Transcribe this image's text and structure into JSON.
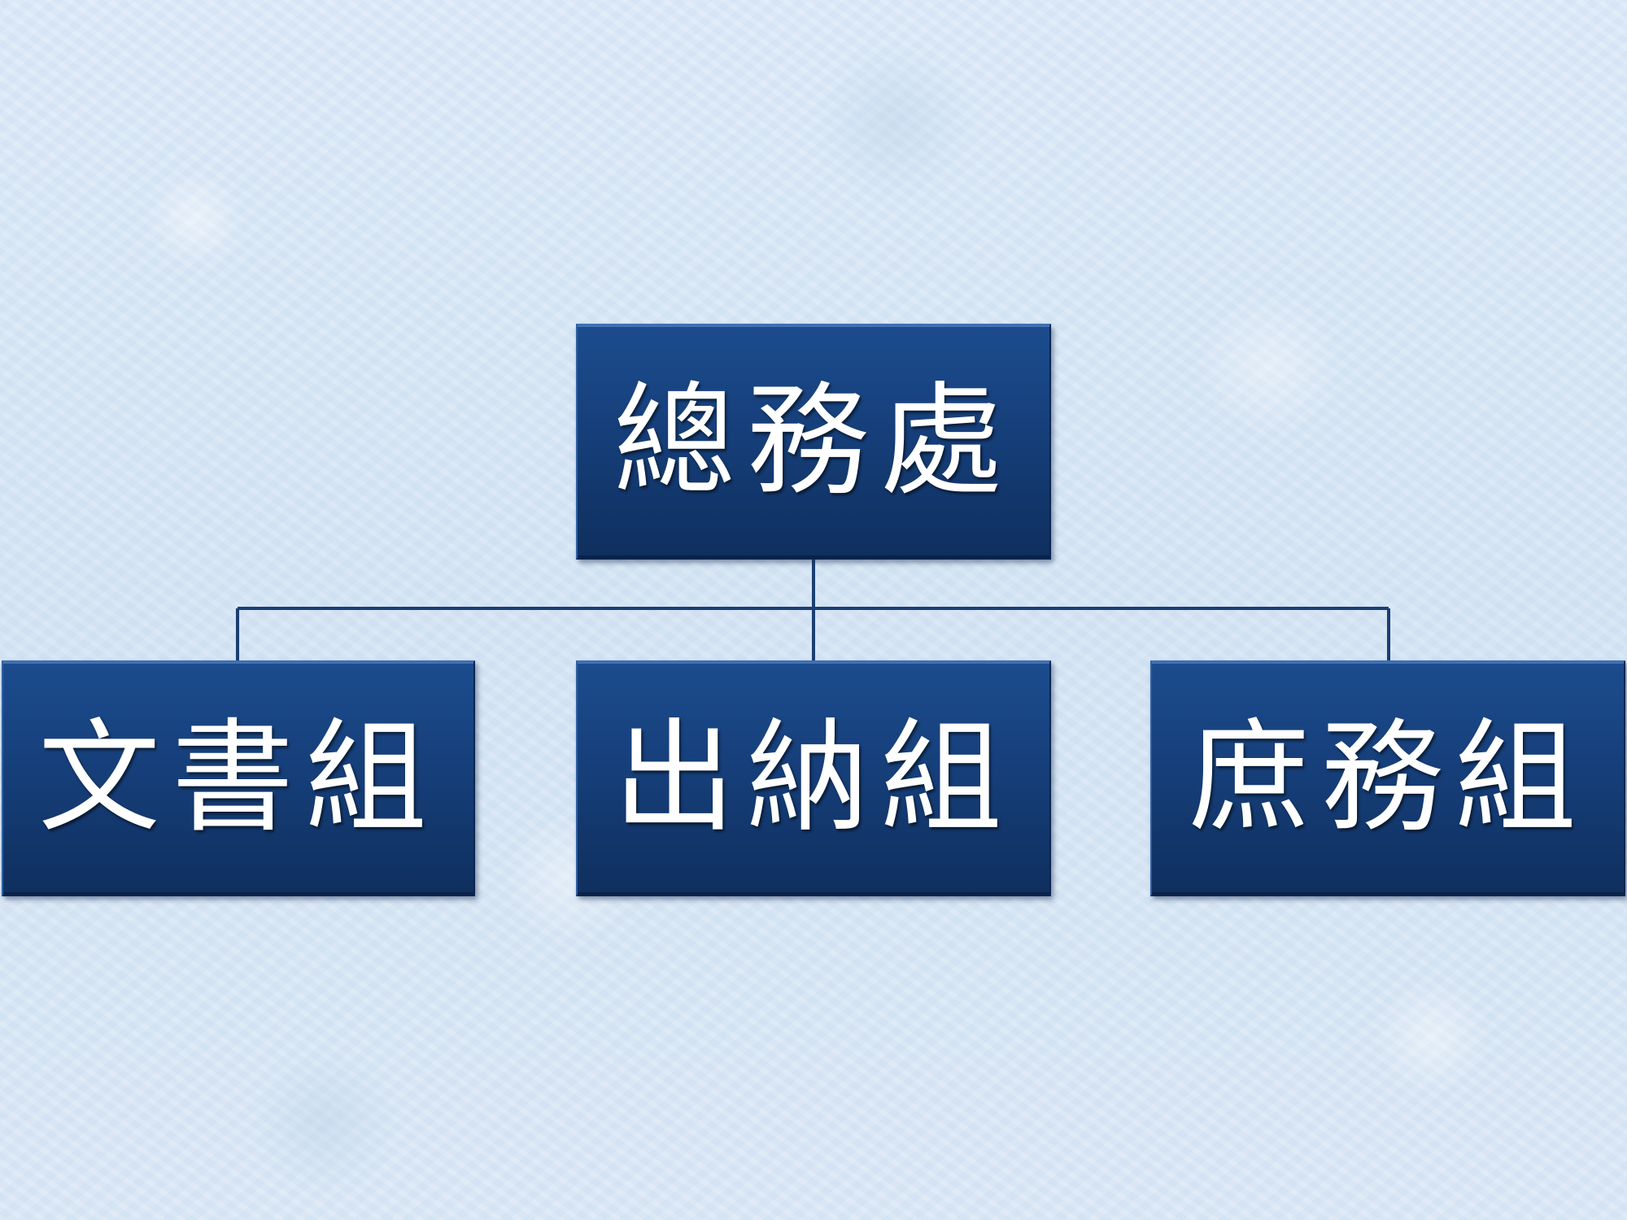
{
  "diagram": {
    "type": "org-chart",
    "root": {
      "label": "總務處"
    },
    "children": [
      {
        "label": "文書組"
      },
      {
        "label": "出納組"
      },
      {
        "label": "庶務組"
      }
    ]
  },
  "colors": {
    "background": "#d7e6f5",
    "node_fill": "#163f7a",
    "node_text": "#ffffff",
    "connector": "#1b3f73"
  }
}
